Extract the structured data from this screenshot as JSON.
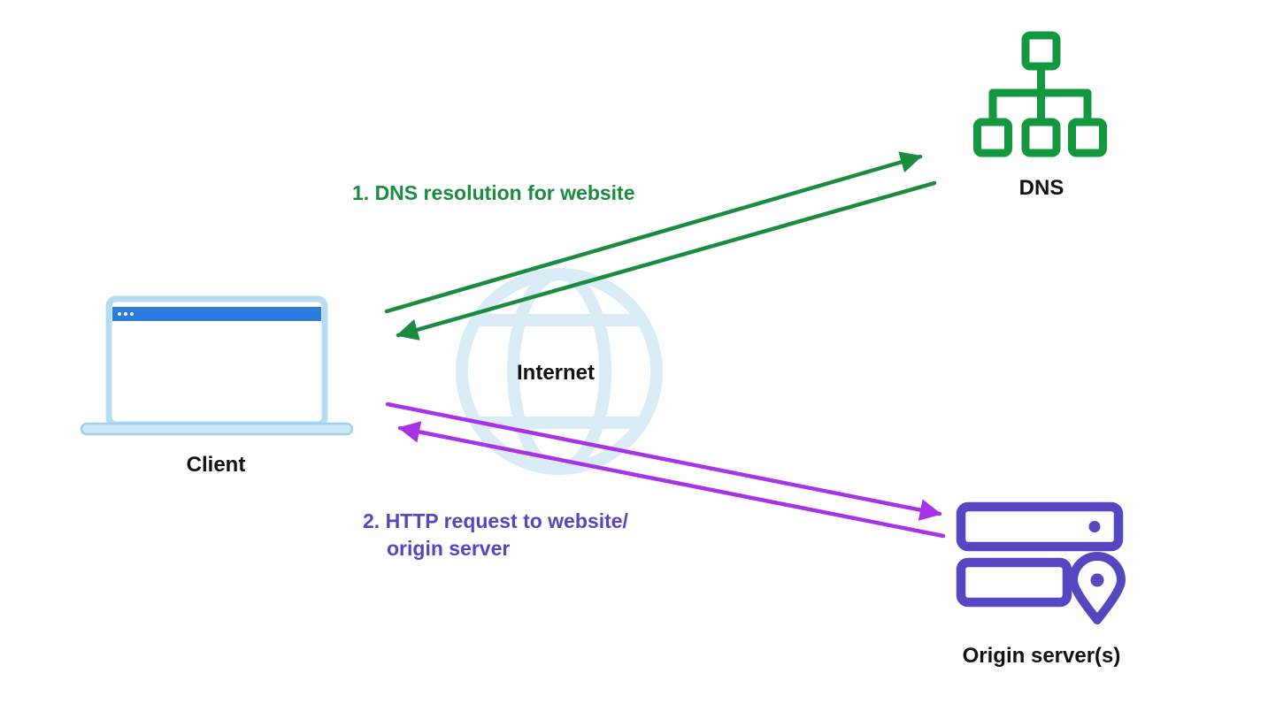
{
  "nodes": {
    "client": {
      "label": "Client"
    },
    "internet": {
      "label": "Internet"
    },
    "dns": {
      "label": "DNS"
    },
    "origin_server": {
      "label": "Origin server(s)"
    }
  },
  "flows": {
    "dns_resolution": {
      "label": "1. DNS resolution for website"
    },
    "http_request": {
      "line1": "2. HTTP request to website/",
      "line2": "origin server"
    }
  },
  "colors": {
    "background": "#FFFFFF",
    "text": "#111111",
    "green": "#1B8C3F",
    "green_icon": "#12993F",
    "purple_arrow": "#A832E6",
    "purple": "#5546C2",
    "laptop_blue": "#2A7CE0",
    "laptop_border": "#B5DCF2",
    "laptop_base": "#CDE8F7",
    "laptop_base_stroke": "#9FD0EC",
    "globe": "#DAEDF7"
  }
}
